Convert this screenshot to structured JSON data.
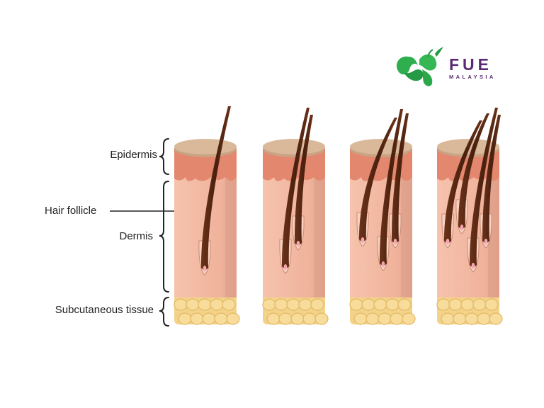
{
  "labels": {
    "epidermis": "Epidermis",
    "hair_follicle": "Hair follicle",
    "dermis": "Dermis",
    "subcutaneous": "Subcutaneous tissue"
  },
  "logo": {
    "title": "FUE",
    "subtitle": "MALAYSIA",
    "icon": "leaf-profile-icon"
  },
  "skin_columns": [
    {
      "hair_count": 1
    },
    {
      "hair_count": 2
    },
    {
      "hair_count": 3
    },
    {
      "hair_count": 4
    }
  ],
  "colors": {
    "epidermis_top": "#d9b99a",
    "epidermis_layer": "#e3876e",
    "dermis": "#f2b59f",
    "dermis_side": "#d99c88",
    "fat": "#f3d38a",
    "hair": "#5a2a14",
    "logo_green": "#2aa84a",
    "logo_purple": "#5b2a73"
  }
}
